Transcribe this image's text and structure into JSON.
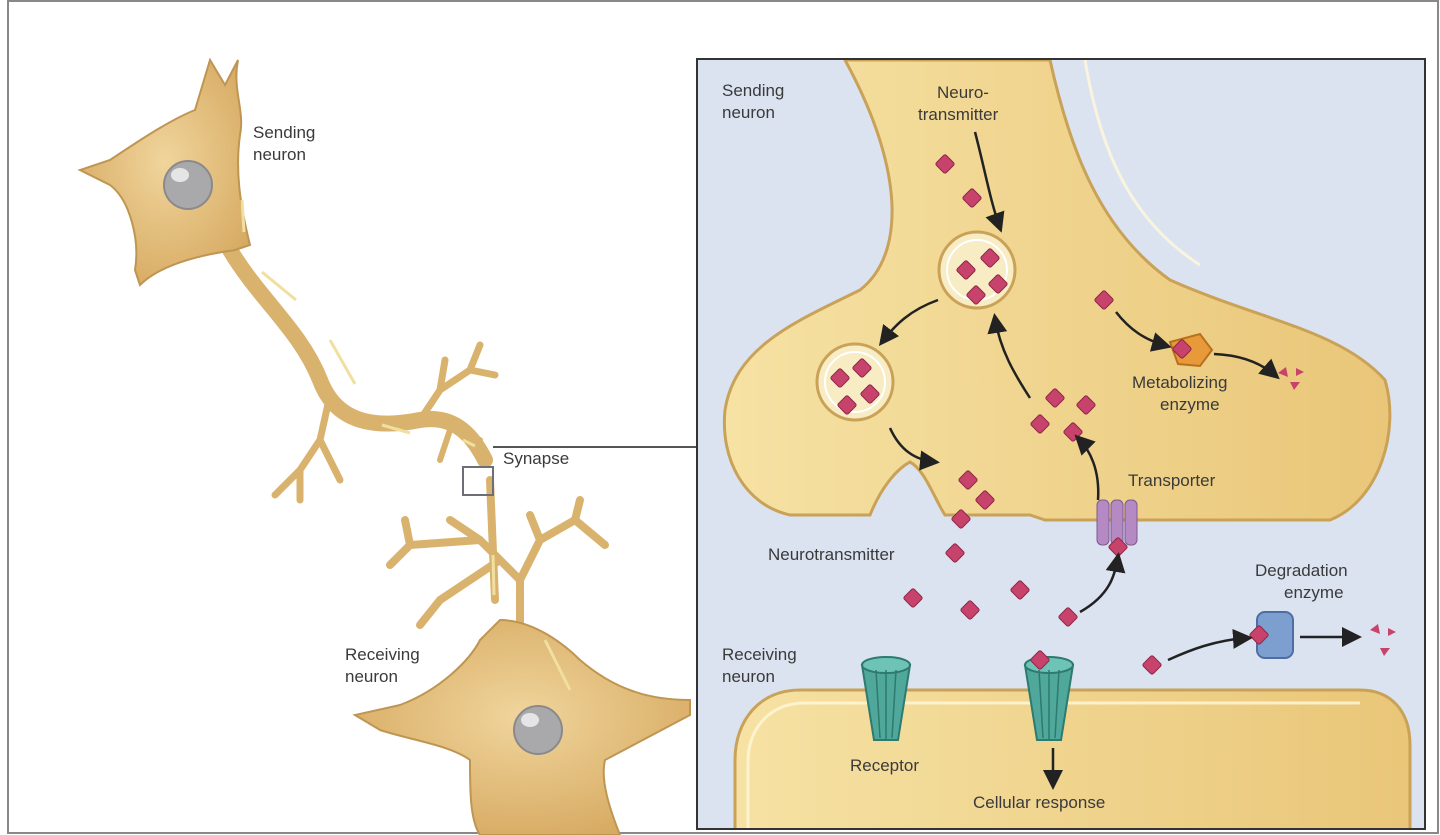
{
  "overview": {
    "sending_label": [
      "Sending",
      "neuron"
    ],
    "synapse_label": "Synapse",
    "receiving_label": [
      "Receiving",
      "neuron"
    ]
  },
  "inset": {
    "sending_label": [
      "Sending",
      "neuron"
    ],
    "receiving_label": [
      "Receiving",
      "neuron"
    ],
    "neurotransmitter_top": [
      "Neuro-",
      "transmitter"
    ],
    "metabolizing_enzyme": [
      "Metabolizing",
      "enzyme"
    ],
    "transporter": "Transporter",
    "neurotransmitter": "Neurotransmitter",
    "degradation_enzyme": [
      "Degradation",
      "enzyme"
    ],
    "receptor": "Receptor",
    "cellular_response": "Cellular response"
  },
  "colors": {
    "neuron_fill": "#e6c17e",
    "neuron_stroke": "#bf9552",
    "terminal_fill": "#f2d98e",
    "inset_bg": "#dbe3f1",
    "molecule": "#c8436b",
    "receptor": "#4fa89b",
    "transporter": "#b58ac4",
    "metabolizing_enzyme": "#e89a3a",
    "degradation_enzyme": "#7d9fd0"
  }
}
